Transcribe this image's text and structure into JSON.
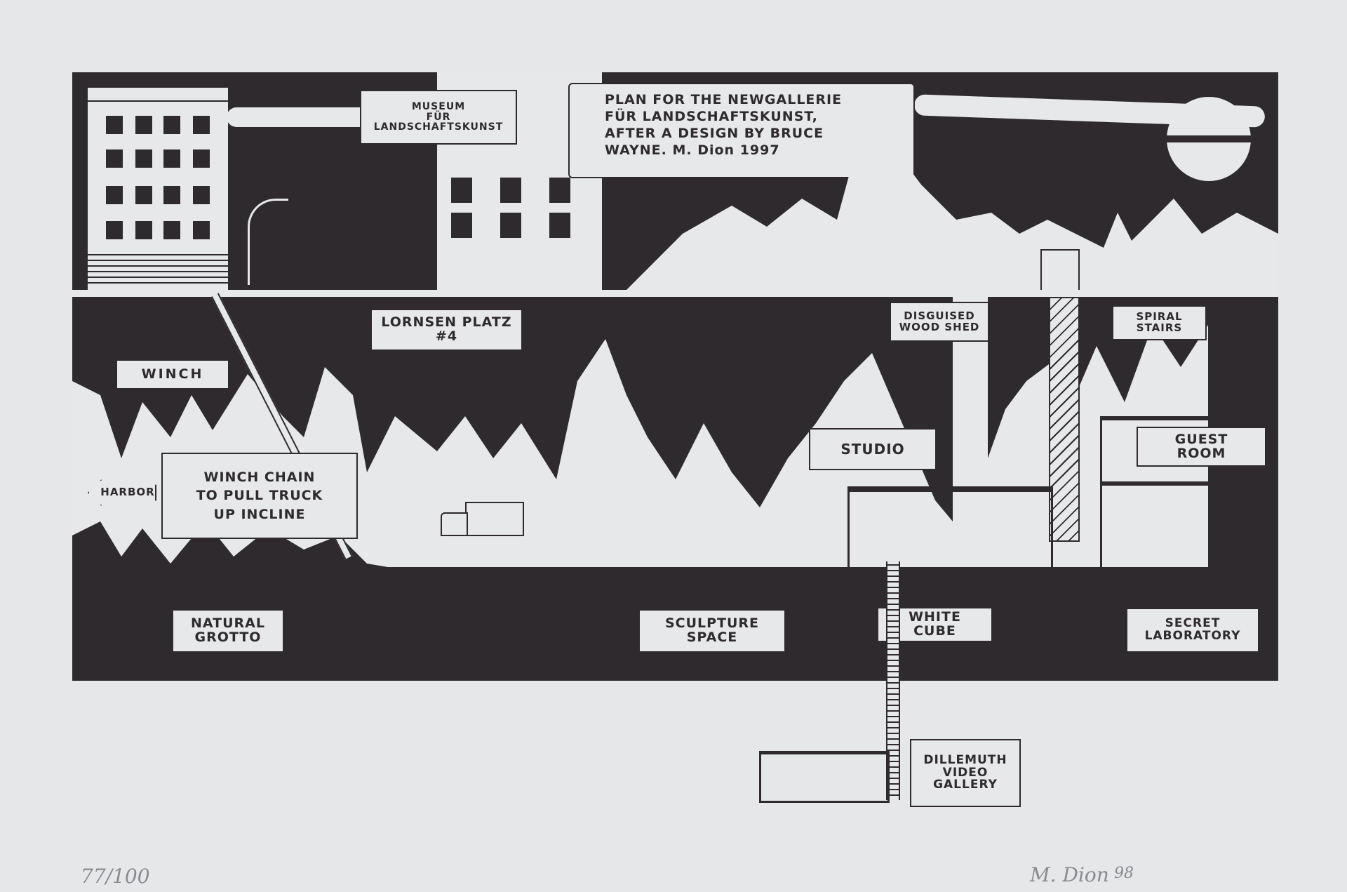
{
  "artwork": {
    "title_scroll": "PLAN FOR THE NEWGALLERIE\nFÜR LANDSCHAFTSKUNST,\nAFTER A DESIGN BY BRUCE\nWAYNE. M. Dion 1997",
    "colors": {
      "ink": "#2e2a2d",
      "paper": "#e6e7e9"
    }
  },
  "labels": {
    "museum": "MUSEUM\nFÜR\nLANDSCHAFTSKUNST",
    "lornsen": "LORNSEN PLATZ\n#4",
    "winch": "WINCH",
    "woodshed": "DISGUISED\nWOOD SHED",
    "spiral": "SPIRAL\nSTAIRS",
    "studio": "STUDIO",
    "guest": "GUEST\nROOM",
    "harbor": "HARBOR",
    "winch_chain": "WINCH CHAIN\nTO PULL TRUCK\nUP INCLINE",
    "grotto": "NATURAL\nGROTTO",
    "sculpture": "SCULPTURE\nSPACE",
    "white_cube": "WHITE\nCUBE",
    "secret_lab": "SECRET\nLABORATORY",
    "dillemuth": "DILLEMUTH\nVIDEO\nGALLERY"
  },
  "margin": {
    "edition": "77/100",
    "signature": "M. Dion",
    "year": "98"
  }
}
